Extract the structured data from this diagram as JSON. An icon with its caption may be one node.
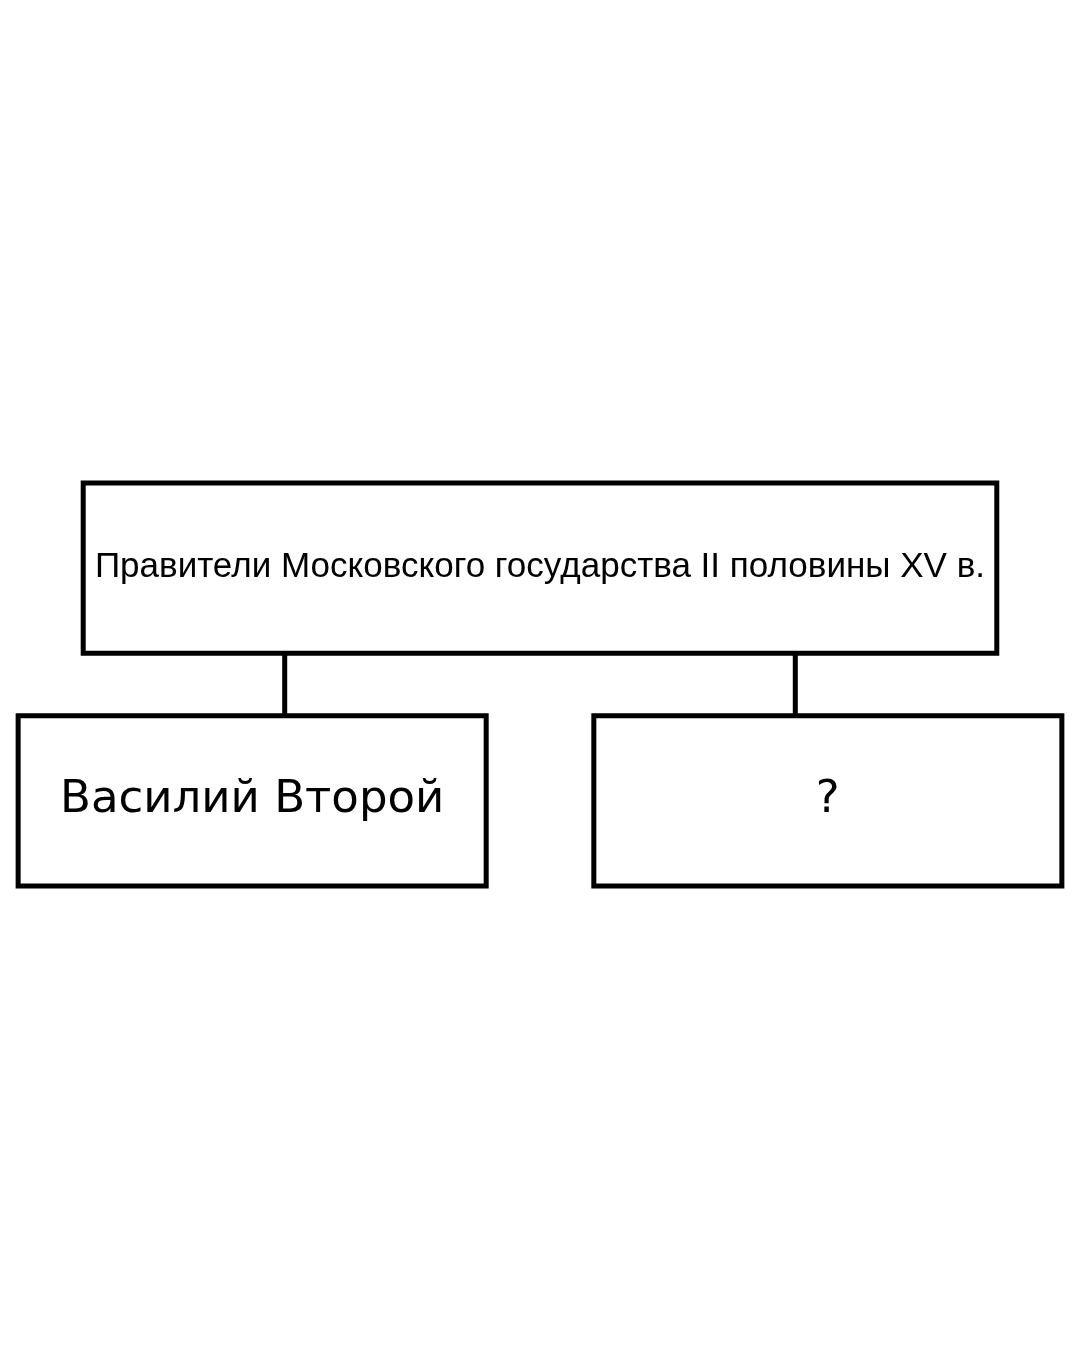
{
  "diagram": {
    "nodes": [
      {
        "text": [
          "Правители Московского государства II половины XV в."
        ]
      },
      {
        "text": [
          "Василий Второй"
        ]
      },
      {
        "text": [
          "?"
        ]
      }
    ],
    "edges": [
      {
        "from": 0,
        "to": 1,
        "arrow": "none"
      },
      {
        "from": 0,
        "to": 2,
        "arrow": "none"
      }
    ]
  }
}
